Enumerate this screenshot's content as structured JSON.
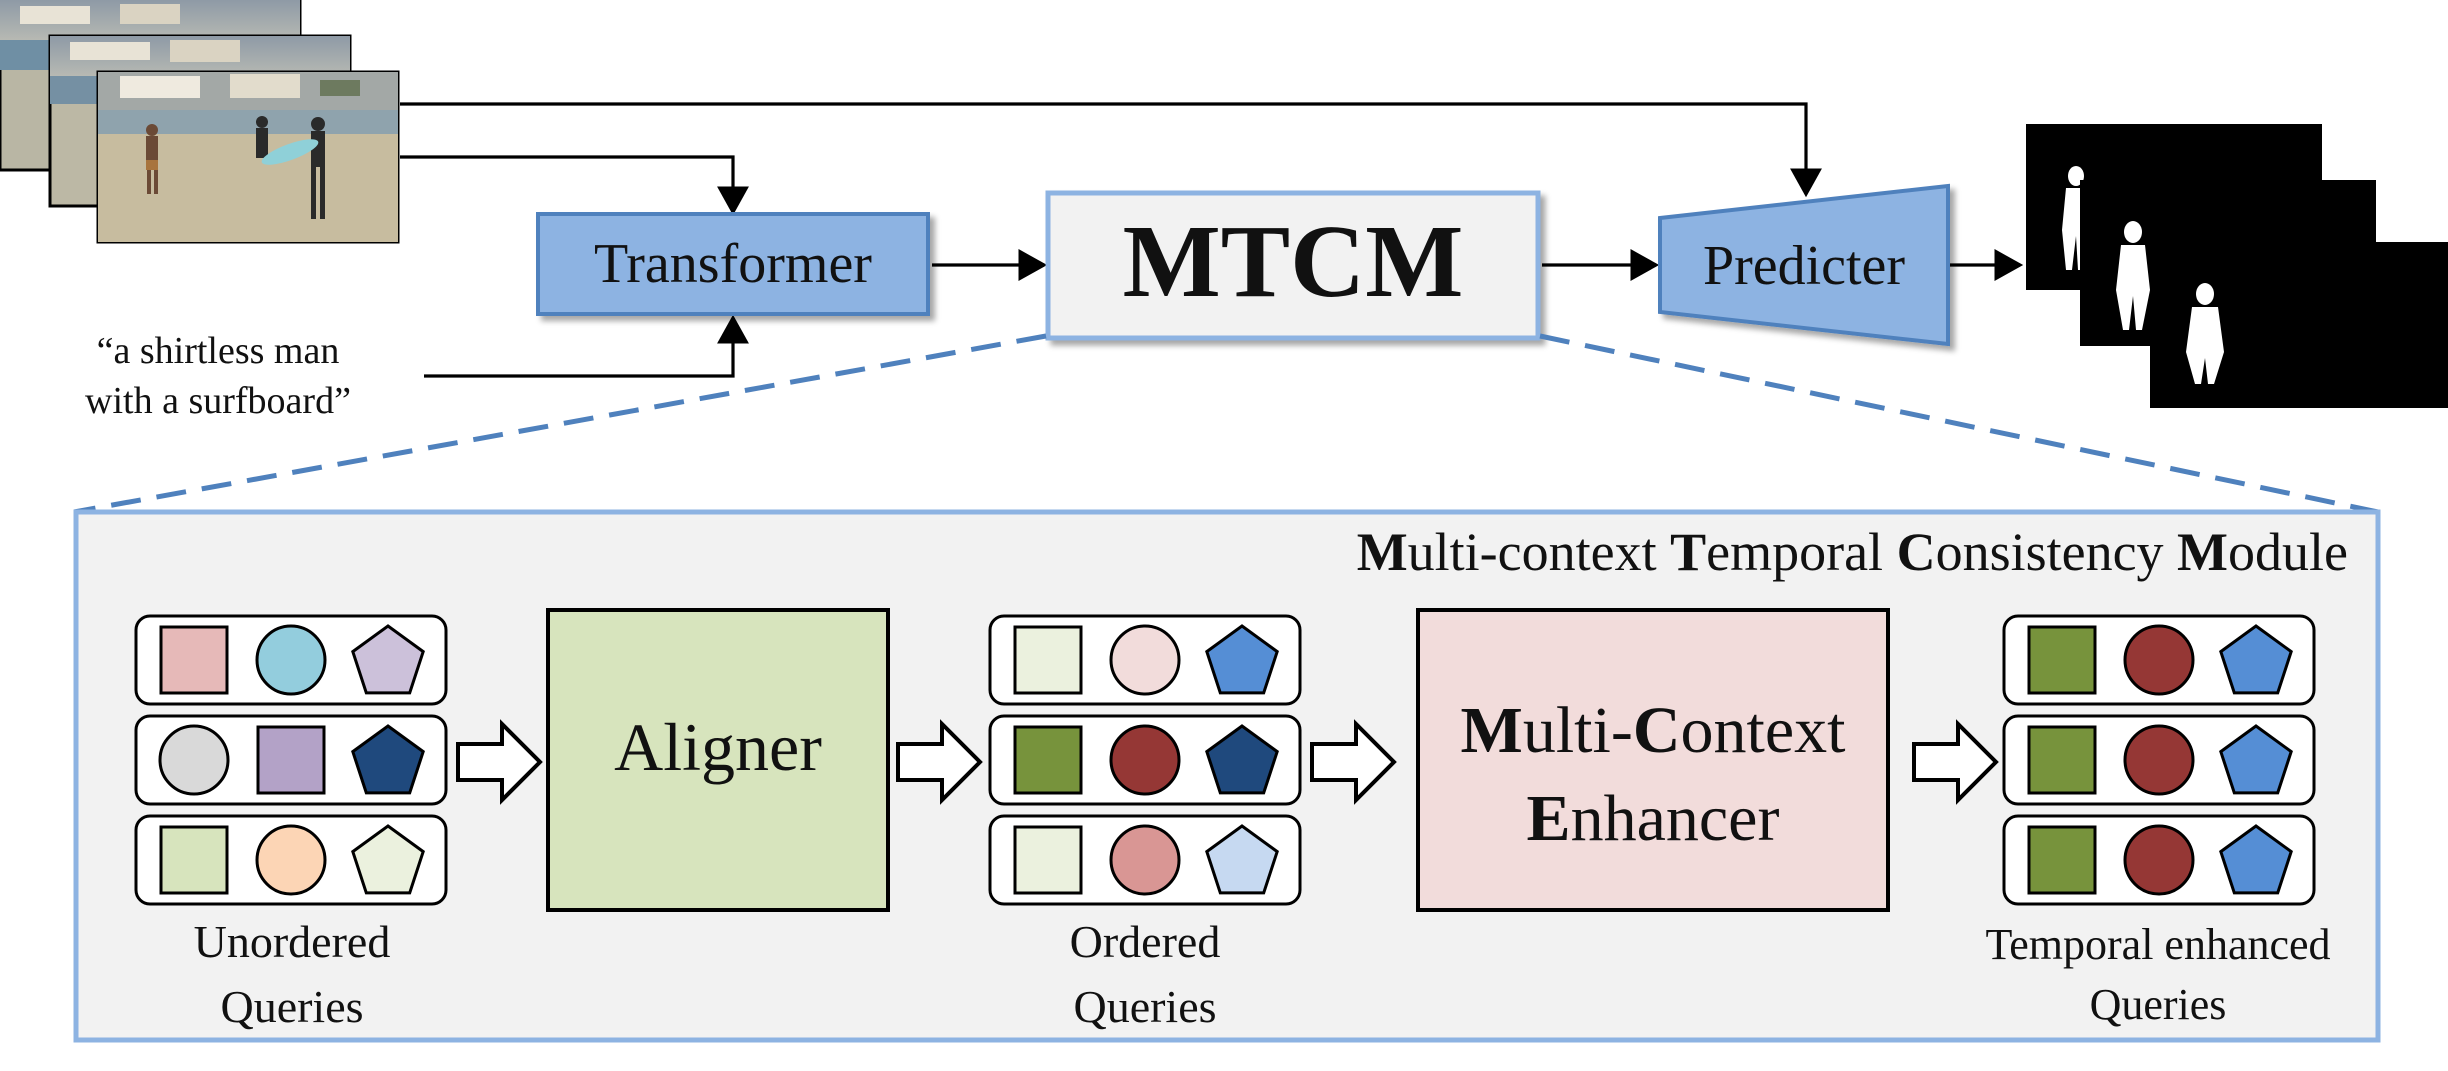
{
  "pipeline": {
    "query_text_line1": "“a shirtless man",
    "query_text_line2": "with a surfboard”",
    "transformer_label": "Transformer",
    "mtcm_label": "MTCM",
    "predicter_label": "Predicter"
  },
  "module": {
    "title_parts": [
      {
        "bold": "M",
        "rest": "ulti-context "
      },
      {
        "bold": "T",
        "rest": "emporal "
      },
      {
        "bold": "C",
        "rest": "onsistency "
      },
      {
        "bold": "M",
        "rest": "odule"
      }
    ],
    "aligner_label": "Aligner",
    "enhancer_line1_parts": [
      {
        "bold": "M",
        "rest": "ulti-"
      },
      {
        "bold": "C",
        "rest": "ontext"
      }
    ],
    "enhancer_line2_parts": [
      {
        "bold": "E",
        "rest": "nhancer"
      }
    ],
    "unordered_caption_line1": "Unordered",
    "unordered_caption_line2": "Queries",
    "ordered_caption_line1": "Ordered",
    "ordered_caption_line2": "Queries",
    "enhanced_caption_line1": "Temporal enhanced",
    "enhanced_caption_line2": "Queries"
  },
  "colors": {
    "blue_box": "#8db3e2",
    "blue_border": "#4f81bd",
    "mtcm_fill": "#f2f2f2",
    "module_bg": "#f2f2f2",
    "module_border": "#8db3e2",
    "aligner_fill": "#d7e4bd",
    "enhancer_fill": "#f2dcdb"
  },
  "query_groups": {
    "unordered": [
      [
        "square:#e6b9b8",
        "circle:#93cddd",
        "pentagon:#ccc1da"
      ],
      [
        "circle:#d9d9d9",
        "square:#b3a2c7",
        "pentagon:#1f497d"
      ],
      [
        "square:#d7e4bd",
        "circle:#fcd5b5",
        "pentagon:#ebf1de"
      ]
    ],
    "ordered": [
      [
        "square:#ebf1de",
        "circle:#f2dcdb",
        "pentagon:#558ed5"
      ],
      [
        "square:#77933c",
        "circle:#953735",
        "pentagon:#1f497d"
      ],
      [
        "square:#ebf1de",
        "circle:#d99694",
        "pentagon:#c6d9f1"
      ]
    ],
    "enhanced": [
      [
        "square:#77933c",
        "circle:#953735",
        "pentagon:#558ed5"
      ],
      [
        "square:#77933c",
        "circle:#953735",
        "pentagon:#558ed5"
      ],
      [
        "square:#77933c",
        "circle:#953735",
        "pentagon:#558ed5"
      ]
    ]
  }
}
